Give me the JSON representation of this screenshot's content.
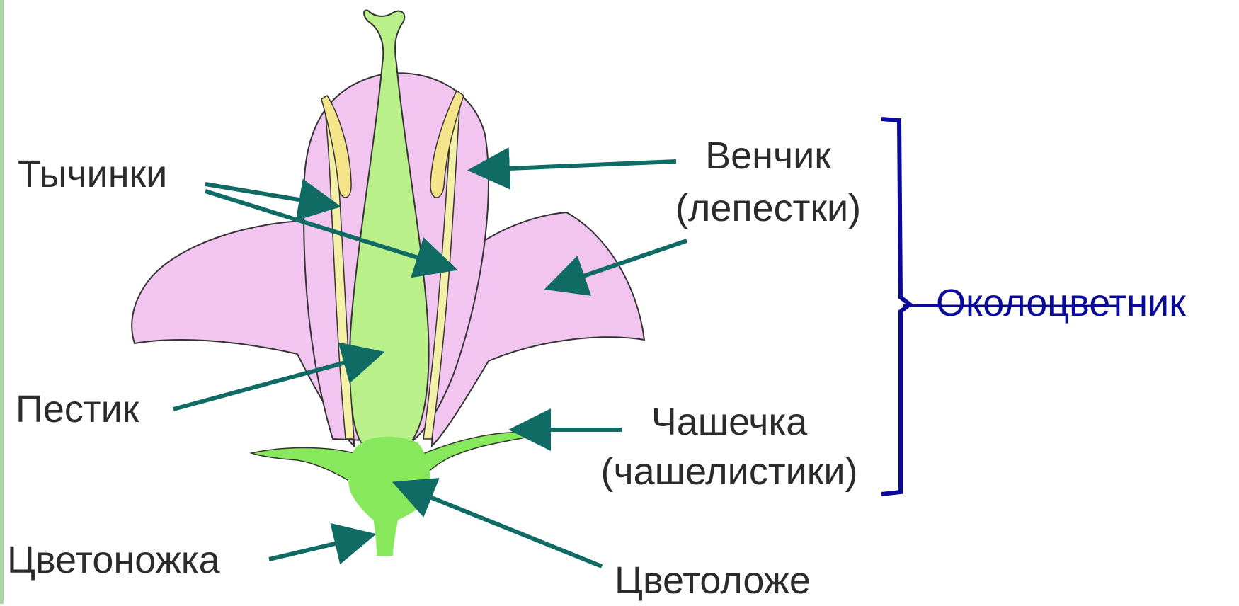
{
  "labels": {
    "stamens": "Тычинки",
    "corolla_line1": "Венчик",
    "corolla_line2": "(лепестки)",
    "pistil": "Пестик",
    "calyx_line1": "Чашечка",
    "calyx_line2": "(чашелистики)",
    "pedicel": "Цветоножка",
    "receptacle": "Цветоложе",
    "perianth": "Околоцветник"
  },
  "colors": {
    "arrow": "#0f6b63",
    "bracket": "#0a0a9a",
    "petal": "#f2c4f0",
    "pistil": "#b9f08a",
    "stamen": "#f5f0a8",
    "green_base": "#86e85a",
    "outline": "#333333",
    "left_strip": "#a8d5a2"
  }
}
